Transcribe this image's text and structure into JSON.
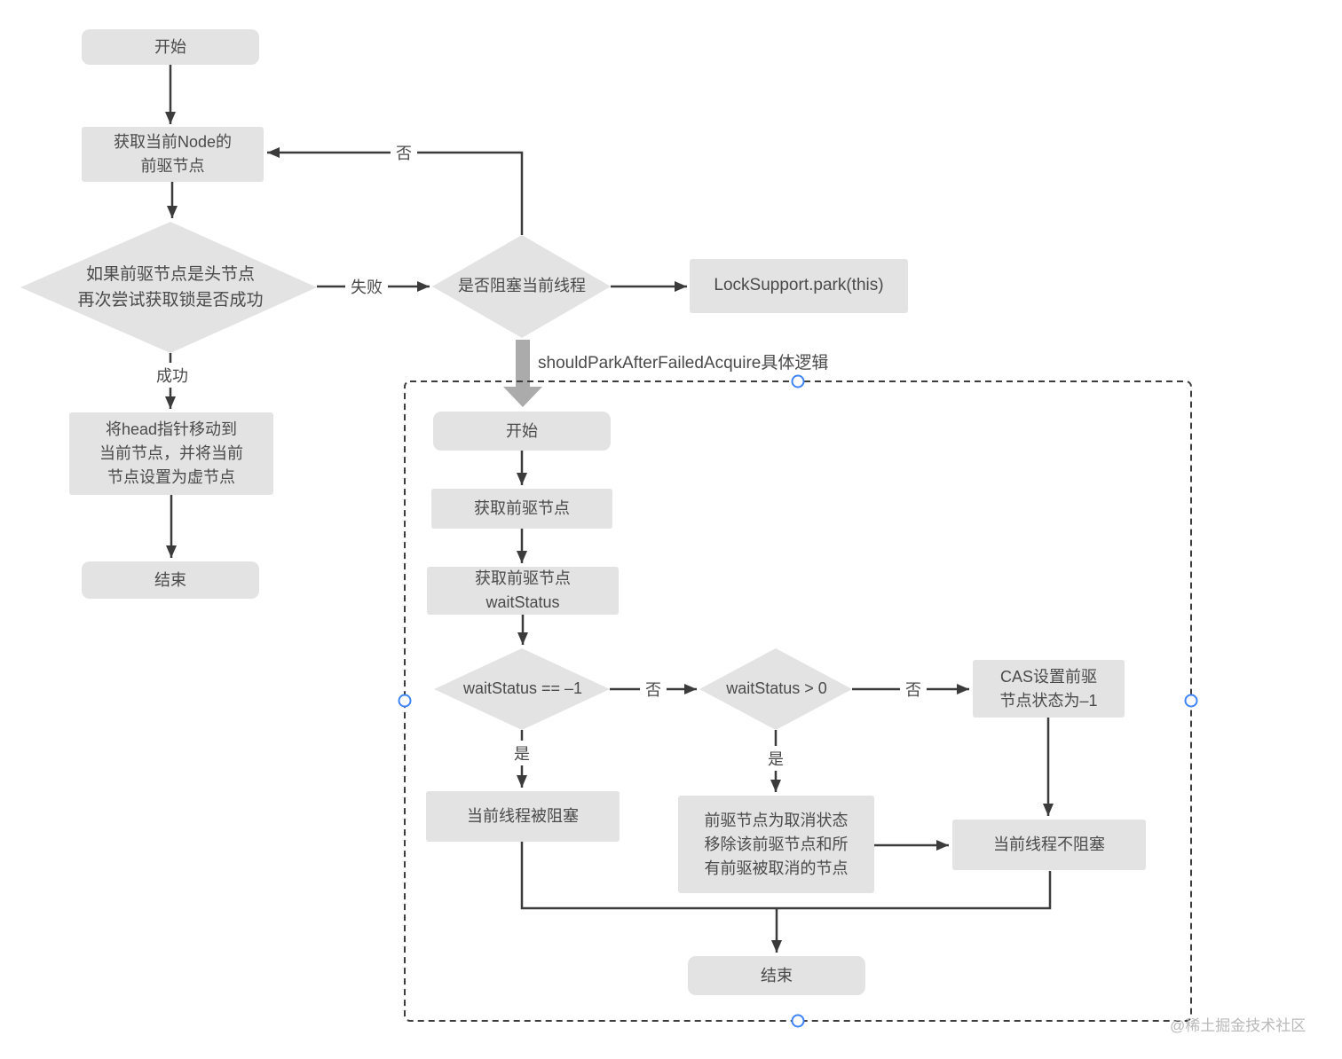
{
  "outer": {
    "start": "开始",
    "get_node": "获取当前Node的\n前驱节点",
    "head_check": "如果前驱节点是头节点\n再次尝试获取锁是否成功",
    "block_check": "是否阻塞当前线程",
    "lock_park": "LockSupport.park(this)",
    "move_head": "将head指针移动到\n当前节点，并将当前\n节点设置为虚节点",
    "end": "结束",
    "fail_label": "失败",
    "success_label": "成功",
    "no_label": "否"
  },
  "annotation": "shouldParkAfterFailedAcquire具体逻辑",
  "inner": {
    "start": "开始",
    "get_pred": "获取前驱节点",
    "get_wait_status": "获取前驱节点\nwaitStatus",
    "ws_eq_neg1": "waitStatus == –1",
    "ws_gt_0": "waitStatus > 0",
    "cas_set": "CAS设置前驱\n节点状态为–1",
    "thread_blocked": "当前线程被阻塞",
    "pred_cancelled": "前驱节点为取消状态\n移除该前驱节点和所\n有前驱被取消的节点",
    "thread_not_blocked": "当前线程不阻塞",
    "end": "结束",
    "no_label": "否",
    "yes_label": "是"
  },
  "watermark": "@稀土掘金技术社区",
  "colors": {
    "node_fill": "#e3e3e3",
    "line": "#3b3b3b",
    "text": "#4a4a4a",
    "handle_blue": "#3f83f8",
    "thick_arrow": "#ababab",
    "watermark": "#b9b9b9"
  }
}
